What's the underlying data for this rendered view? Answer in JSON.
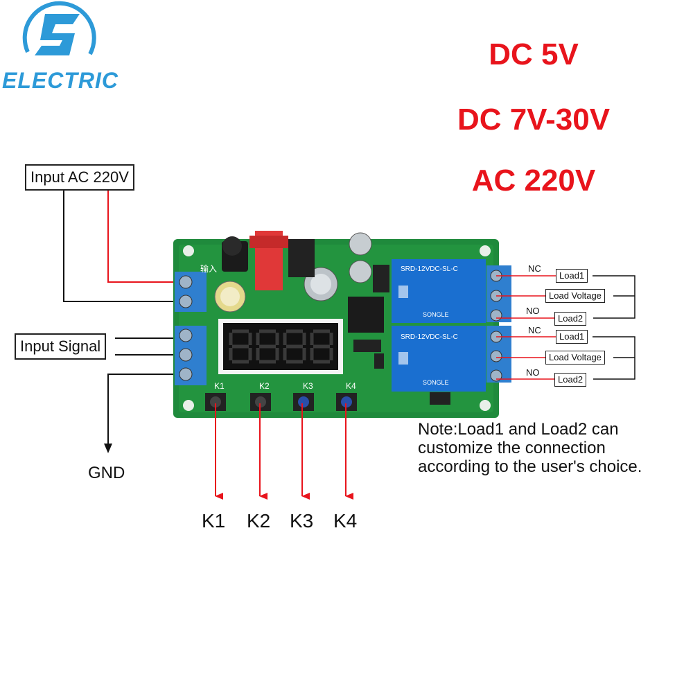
{
  "logo": {
    "text": "ELECTRIC",
    "mark": "S"
  },
  "power_options": [
    "DC 5V",
    "DC 7V-30V",
    "AC 220V"
  ],
  "inputs": {
    "ac_input": "Input AC 220V",
    "signal_input": "Input Signal",
    "ground": "GND"
  },
  "relay_outputs": [
    {
      "nc": "NC",
      "load1": "Load1",
      "common": "Load Voltage",
      "no": "NO",
      "load2": "Load2"
    },
    {
      "nc": "NC",
      "load1": "Load1",
      "common": "Load Voltage",
      "no": "NO",
      "load2": "Load2"
    }
  ],
  "buttons": [
    "K1",
    "K2",
    "K3",
    "K4"
  ],
  "board": {
    "silk_input": "输入",
    "relay_model": "SRD-12VDC-SL-C",
    "relay_brand": "SONGLE",
    "display": "8.8.8.8"
  },
  "note": [
    "Note:Load1 and Load2 can",
    "customize the connection",
    "according to the user's choice."
  ],
  "colors": {
    "accent_red": "#e8141c",
    "logo_blue": "#2d9ad8",
    "pcb_green": "#1f8a3c",
    "relay_blue": "#1a6fd0",
    "terminal_blue": "#2f7fcf"
  }
}
